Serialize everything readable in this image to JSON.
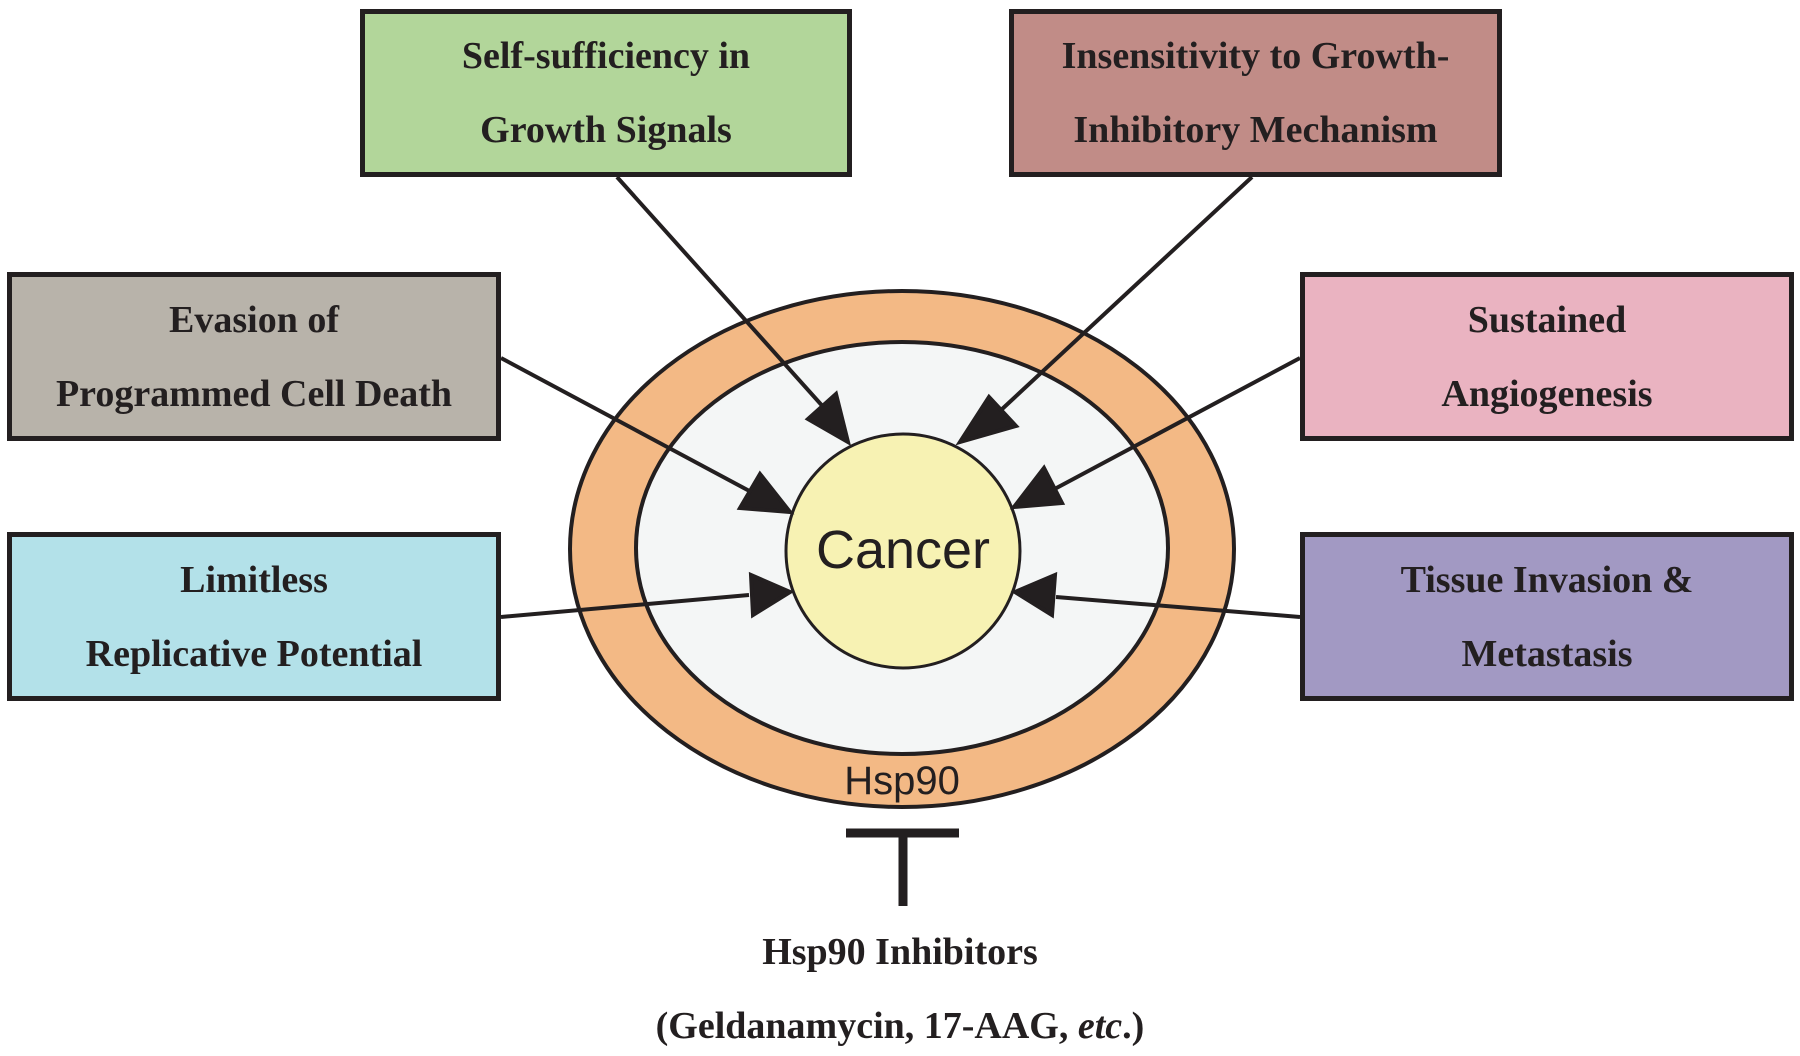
{
  "center": {
    "label": "Cancer"
  },
  "ring": {
    "label": "Hsp90"
  },
  "hallmarks": {
    "top_left": {
      "line1": "Self-sufficiency in",
      "line2": "Growth Signals",
      "color": "#b2d69a"
    },
    "top_right": {
      "line1": "Insensitivity to Growth-",
      "line2": "Inhibitory Mechanism",
      "color": "#c18c87"
    },
    "mid_left": {
      "line1": "Evasion of",
      "line2": "Programmed Cell Death",
      "color": "#b8b3aa"
    },
    "mid_right": {
      "line1": "Sustained",
      "line2": "Angiogenesis",
      "color": "#eab3c1"
    },
    "low_left": {
      "line1": "Limitless",
      "line2": "Replicative Potential",
      "color": "#b3e1e9"
    },
    "low_right": {
      "line1": "Tissue Invasion &",
      "line2": "Metastasis",
      "color": "#a299c3"
    }
  },
  "inhibitors": {
    "title": "Hsp90 Inhibitors",
    "examples_prefix": "(Geldanamycin, 17-AAG, ",
    "examples_etc": "etc",
    "examples_suffix": ".)"
  },
  "colors": {
    "ring_outer": "#f3b985",
    "ring_inner": "#f4f6f6",
    "cancer_fill": "#f7f2b3",
    "stroke": "#231f20"
  }
}
